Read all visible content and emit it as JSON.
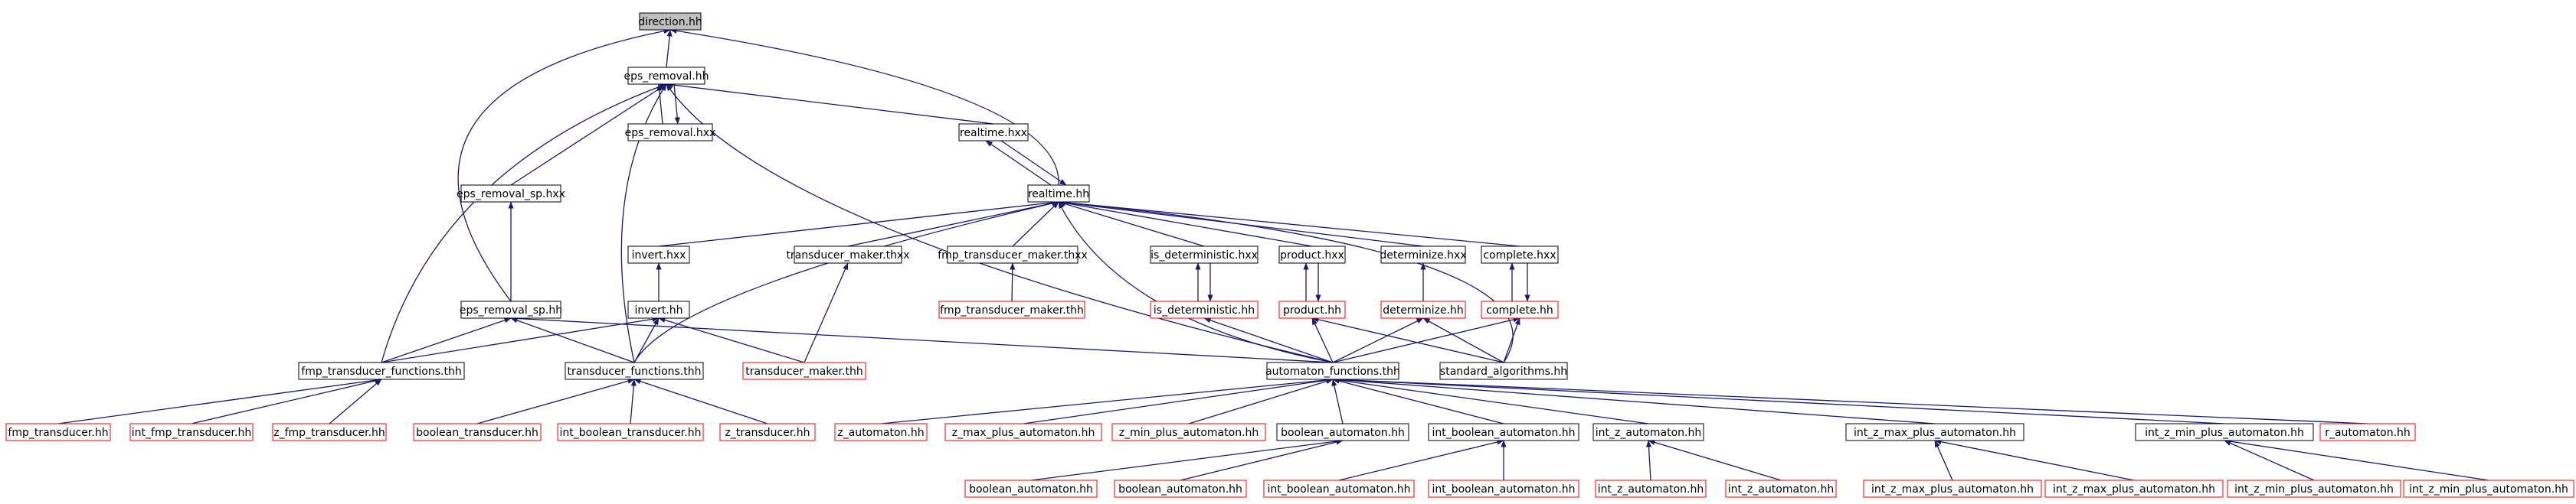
{
  "colors": {
    "edge": "#191970",
    "border_normal": "#000000",
    "border_red": "#ff0000",
    "fill_root": "#bfbfbf",
    "fill_normal": "#ffffff"
  },
  "nodes": [
    {
      "id": "direction",
      "label": "direction.hh",
      "style": "root"
    },
    {
      "id": "eps_removal",
      "label": "eps_removal.hh",
      "style": "normal"
    },
    {
      "id": "eps_removal_hxx",
      "label": "eps_removal.hxx",
      "style": "normal"
    },
    {
      "id": "realtime_hxx",
      "label": "realtime.hxx",
      "style": "normal"
    },
    {
      "id": "realtime_hh",
      "label": "realtime.hh",
      "style": "normal"
    },
    {
      "id": "eps_removal_sp_hxx",
      "label": "eps_removal_sp.hxx",
      "style": "normal"
    },
    {
      "id": "invert_hxx",
      "label": "invert.hxx",
      "style": "normal"
    },
    {
      "id": "transducer_maker_thxx",
      "label": "transducer_maker.thxx",
      "style": "normal"
    },
    {
      "id": "fmp_transducer_maker_thxx",
      "label": "fmp_transducer_maker.thxx",
      "style": "normal"
    },
    {
      "id": "is_deterministic_hxx",
      "label": "is_deterministic.hxx",
      "style": "normal"
    },
    {
      "id": "product_hxx",
      "label": "product.hxx",
      "style": "normal"
    },
    {
      "id": "determinize_hxx",
      "label": "determinize.hxx",
      "style": "normal"
    },
    {
      "id": "complete_hxx",
      "label": "complete.hxx",
      "style": "normal"
    },
    {
      "id": "fmp_transducer_maker_thh",
      "label": "fmp_transducer_maker.thh",
      "style": "red"
    },
    {
      "id": "is_deterministic_hh",
      "label": "is_deterministic.hh",
      "style": "red"
    },
    {
      "id": "product_hh",
      "label": "product.hh",
      "style": "red"
    },
    {
      "id": "determinize_hh",
      "label": "determinize.hh",
      "style": "red"
    },
    {
      "id": "complete_hh",
      "label": "complete.hh",
      "style": "red"
    },
    {
      "id": "eps_removal_sp_hh",
      "label": "eps_removal_sp.hh",
      "style": "normal"
    },
    {
      "id": "invert_hh",
      "label": "invert.hh",
      "style": "normal"
    },
    {
      "id": "fmp_transducer_functions_thh",
      "label": "fmp_transducer_functions.thh",
      "style": "normal"
    },
    {
      "id": "transducer_functions_thh",
      "label": "transducer_functions.thh",
      "style": "normal"
    },
    {
      "id": "transducer_maker_thh",
      "label": "transducer_maker.thh",
      "style": "red"
    },
    {
      "id": "automaton_functions_thh",
      "label": "automaton_functions.thh",
      "style": "normal"
    },
    {
      "id": "standard_algorithms_hh",
      "label": "standard_algorithms.hh",
      "style": "normal"
    },
    {
      "id": "fmp_transducer_hh",
      "label": "fmp_transducer.hh",
      "style": "red"
    },
    {
      "id": "int_fmp_transducer_hh",
      "label": "int_fmp_transducer.hh",
      "style": "red"
    },
    {
      "id": "z_fmp_transducer_hh",
      "label": "z_fmp_transducer.hh",
      "style": "red"
    },
    {
      "id": "boolean_transducer_hh",
      "label": "boolean_transducer.hh",
      "style": "red"
    },
    {
      "id": "int_boolean_transducer_hh",
      "label": "int_boolean_transducer.hh",
      "style": "red"
    },
    {
      "id": "z_transducer_hh",
      "label": "z_transducer.hh",
      "style": "red"
    },
    {
      "id": "z_automaton_hh",
      "label": "z_automaton.hh",
      "style": "red"
    },
    {
      "id": "z_max_plus_automaton_hh",
      "label": "z_max_plus_automaton.hh",
      "style": "red"
    },
    {
      "id": "z_min_plus_automaton_hh",
      "label": "z_min_plus_automaton.hh",
      "style": "red"
    },
    {
      "id": "boolean_automaton_hh_mid",
      "label": "boolean_automaton.hh",
      "style": "normal"
    },
    {
      "id": "int_boolean_automaton_hh_mid",
      "label": "int_boolean_automaton.hh",
      "style": "normal"
    },
    {
      "id": "int_z_automaton_hh_mid",
      "label": "int_z_automaton.hh",
      "style": "normal"
    },
    {
      "id": "int_z_max_plus_automaton_hh_mid",
      "label": "int_z_max_plus_automaton.hh",
      "style": "normal"
    },
    {
      "id": "int_z_min_plus_automaton_hh_mid",
      "label": "int_z_min_plus_automaton.hh",
      "style": "normal"
    },
    {
      "id": "r_automaton_hh",
      "label": "r_automaton.hh",
      "style": "red"
    },
    {
      "id": "boolean_automaton_hh_l1",
      "label": "boolean_automaton.hh",
      "style": "red"
    },
    {
      "id": "boolean_automaton_hh_l2",
      "label": "boolean_automaton.hh",
      "style": "red"
    },
    {
      "id": "int_boolean_automaton_hh_l1",
      "label": "int_boolean_automaton.hh",
      "style": "red"
    },
    {
      "id": "int_boolean_automaton_hh_l2",
      "label": "int_boolean_automaton.hh",
      "style": "red"
    },
    {
      "id": "int_z_automaton_hh_l1",
      "label": "int_z_automaton.hh",
      "style": "red"
    },
    {
      "id": "int_z_automaton_hh_l2",
      "label": "int_z_automaton.hh",
      "style": "red"
    },
    {
      "id": "int_z_max_plus_automaton_hh_l1",
      "label": "int_z_max_plus_automaton.hh",
      "style": "red"
    },
    {
      "id": "int_z_max_plus_automaton_hh_l2",
      "label": "int_z_max_plus_automaton.hh",
      "style": "red"
    },
    {
      "id": "int_z_min_plus_automaton_hh_l1",
      "label": "int_z_min_plus_automaton.hh",
      "style": "red"
    },
    {
      "id": "int_z_min_plus_automaton_hh_l2",
      "label": "int_z_min_plus_automaton.hh",
      "style": "red"
    }
  ],
  "edges": [
    {
      "from": "eps_removal",
      "to": "direction"
    },
    {
      "from": "realtime_hh",
      "to": "direction"
    },
    {
      "from": "eps_removal_sp_hh",
      "to": "direction"
    },
    {
      "from": "eps_removal_hxx",
      "to": "eps_removal"
    },
    {
      "from": "eps_removal",
      "to": "eps_removal_hxx"
    },
    {
      "from": "realtime_hxx",
      "to": "eps_removal"
    },
    {
      "from": "eps_removal_sp_hxx",
      "to": "eps_removal"
    },
    {
      "from": "fmp_transducer_functions_thh",
      "to": "eps_removal"
    },
    {
      "from": "transducer_functions_thh",
      "to": "eps_removal"
    },
    {
      "from": "automaton_functions_thh",
      "to": "eps_removal"
    },
    {
      "from": "realtime_hh",
      "to": "realtime_hxx"
    },
    {
      "from": "realtime_hxx",
      "to": "realtime_hh"
    },
    {
      "from": "invert_hxx",
      "to": "realtime_hh"
    },
    {
      "from": "transducer_maker_thxx",
      "to": "realtime_hh"
    },
    {
      "from": "fmp_transducer_maker_thxx",
      "to": "realtime_hh"
    },
    {
      "from": "is_deterministic_hxx",
      "to": "realtime_hh"
    },
    {
      "from": "product_hxx",
      "to": "realtime_hh"
    },
    {
      "from": "determinize_hxx",
      "to": "realtime_hh"
    },
    {
      "from": "complete_hxx",
      "to": "realtime_hh"
    },
    {
      "from": "transducer_functions_thh",
      "to": "realtime_hh"
    },
    {
      "from": "automaton_functions_thh",
      "to": "realtime_hh"
    },
    {
      "from": "standard_algorithms_hh",
      "to": "realtime_hh"
    },
    {
      "from": "eps_removal_sp_hh",
      "to": "eps_removal_sp_hxx"
    },
    {
      "from": "invert_hh",
      "to": "invert_hxx"
    },
    {
      "from": "transducer_maker_thh",
      "to": "transducer_maker_thxx"
    },
    {
      "from": "fmp_transducer_maker_thh",
      "to": "fmp_transducer_maker_thxx"
    },
    {
      "from": "is_deterministic_hh",
      "to": "is_deterministic_hxx"
    },
    {
      "from": "is_deterministic_hxx",
      "to": "is_deterministic_hh"
    },
    {
      "from": "product_hh",
      "to": "product_hxx"
    },
    {
      "from": "product_hxx",
      "to": "product_hh"
    },
    {
      "from": "determinize_hh",
      "to": "determinize_hxx"
    },
    {
      "from": "complete_hh",
      "to": "complete_hxx"
    },
    {
      "from": "complete_hxx",
      "to": "complete_hh"
    },
    {
      "from": "fmp_transducer_functions_thh",
      "to": "eps_removal_sp_hh"
    },
    {
      "from": "transducer_functions_thh",
      "to": "eps_removal_sp_hh"
    },
    {
      "from": "automaton_functions_thh",
      "to": "eps_removal_sp_hh"
    },
    {
      "from": "fmp_transducer_functions_thh",
      "to": "invert_hh"
    },
    {
      "from": "transducer_functions_thh",
      "to": "invert_hh"
    },
    {
      "from": "transducer_maker_thh",
      "to": "invert_hh"
    },
    {
      "from": "automaton_functions_thh",
      "to": "is_deterministic_hh"
    },
    {
      "from": "automaton_functions_thh",
      "to": "product_hh"
    },
    {
      "from": "standard_algorithms_hh",
      "to": "product_hh"
    },
    {
      "from": "automaton_functions_thh",
      "to": "determinize_hh"
    },
    {
      "from": "standard_algorithms_hh",
      "to": "determinize_hh"
    },
    {
      "from": "automaton_functions_thh",
      "to": "complete_hh"
    },
    {
      "from": "standard_algorithms_hh",
      "to": "complete_hh"
    },
    {
      "from": "fmp_transducer_hh",
      "to": "fmp_transducer_functions_thh"
    },
    {
      "from": "int_fmp_transducer_hh",
      "to": "fmp_transducer_functions_thh"
    },
    {
      "from": "z_fmp_transducer_hh",
      "to": "fmp_transducer_functions_thh"
    },
    {
      "from": "boolean_transducer_hh",
      "to": "transducer_functions_thh"
    },
    {
      "from": "int_boolean_transducer_hh",
      "to": "transducer_functions_thh"
    },
    {
      "from": "z_transducer_hh",
      "to": "transducer_functions_thh"
    },
    {
      "from": "z_automaton_hh",
      "to": "automaton_functions_thh"
    },
    {
      "from": "z_max_plus_automaton_hh",
      "to": "automaton_functions_thh"
    },
    {
      "from": "z_min_plus_automaton_hh",
      "to": "automaton_functions_thh"
    },
    {
      "from": "boolean_automaton_hh_mid",
      "to": "automaton_functions_thh"
    },
    {
      "from": "int_boolean_automaton_hh_mid",
      "to": "automaton_functions_thh"
    },
    {
      "from": "int_z_automaton_hh_mid",
      "to": "automaton_functions_thh"
    },
    {
      "from": "int_z_max_plus_automaton_hh_mid",
      "to": "automaton_functions_thh"
    },
    {
      "from": "int_z_min_plus_automaton_hh_mid",
      "to": "automaton_functions_thh"
    },
    {
      "from": "r_automaton_hh",
      "to": "automaton_functions_thh"
    },
    {
      "from": "boolean_automaton_hh_l1",
      "to": "boolean_automaton_hh_mid"
    },
    {
      "from": "boolean_automaton_hh_l2",
      "to": "boolean_automaton_hh_mid"
    },
    {
      "from": "int_boolean_automaton_hh_l1",
      "to": "int_boolean_automaton_hh_mid"
    },
    {
      "from": "int_boolean_automaton_hh_l2",
      "to": "int_boolean_automaton_hh_mid"
    },
    {
      "from": "int_z_automaton_hh_l1",
      "to": "int_z_automaton_hh_mid"
    },
    {
      "from": "int_z_automaton_hh_l2",
      "to": "int_z_automaton_hh_mid"
    },
    {
      "from": "int_z_max_plus_automaton_hh_l1",
      "to": "int_z_max_plus_automaton_hh_mid"
    },
    {
      "from": "int_z_max_plus_automaton_hh_l2",
      "to": "int_z_max_plus_automaton_hh_mid"
    },
    {
      "from": "int_z_min_plus_automaton_hh_l1",
      "to": "int_z_min_plus_automaton_hh_mid"
    },
    {
      "from": "int_z_min_plus_automaton_hh_l2",
      "to": "int_z_min_plus_automaton_hh_mid"
    }
  ]
}
